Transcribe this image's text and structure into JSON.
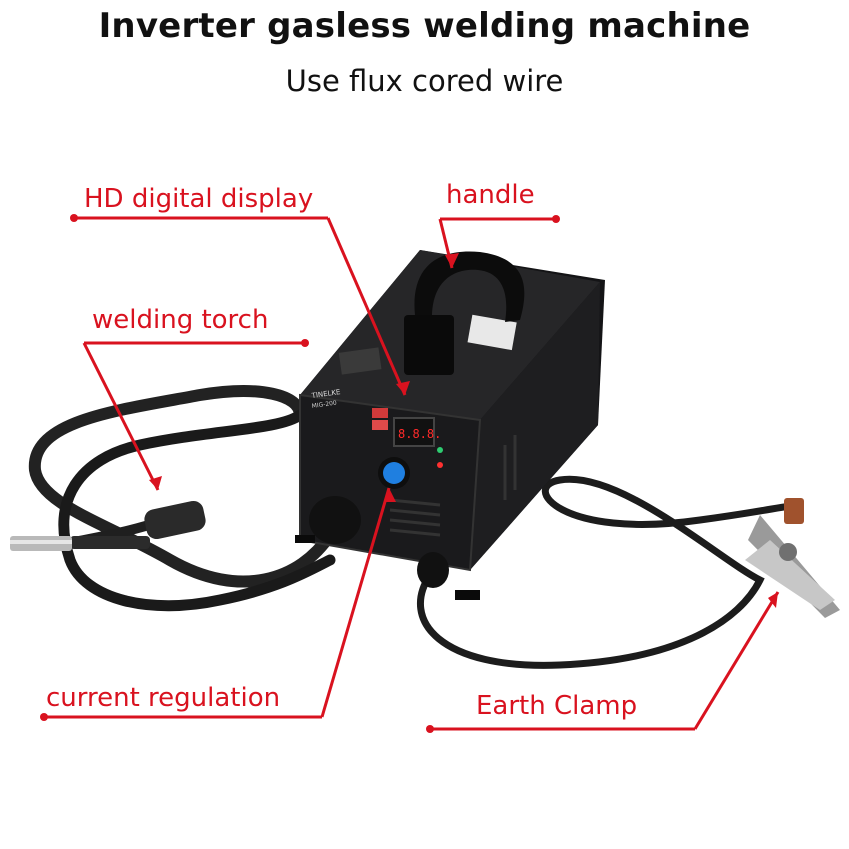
{
  "header": {
    "title": "Inverter gasless welding machine",
    "subtitle": "Use flux cored wire"
  },
  "callouts": {
    "display": "HD digital display",
    "handle": "handle",
    "torch": "welding torch",
    "regulation": "current regulation",
    "clamp": "Earth Clamp"
  },
  "machine": {
    "brand": "TINELKE",
    "model": "MIG-200",
    "readout": "8.8.8."
  },
  "colors": {
    "callout": "#d9121f",
    "body": "#1b1b1d",
    "knob": "#1f7fe0",
    "readout": "#ff2a2a"
  }
}
